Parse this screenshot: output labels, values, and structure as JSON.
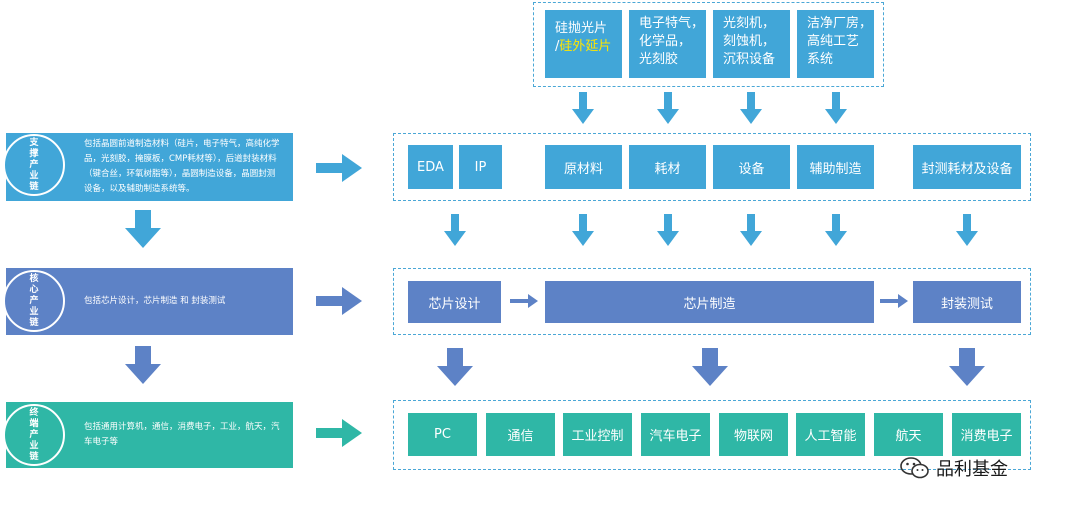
{
  "supply": {
    "circle_label": "支撑产业链",
    "description": "包括晶圆前道制造材料（硅片，电子特气，高纯化学品，光刻胶，掩膜板，CMP耗材等），后道封装材料（键合丝，环氧树脂等），晶圆制造设备，晶圆封测设备，以及辅助制造系统等。",
    "top_items": [
      {
        "line1": "硅抛光片",
        "line2_prefix": "/",
        "line2_highlight": "硅外延片"
      },
      {
        "text": "电子特气，\n化学品，\n光刻胶"
      },
      {
        "text": "光刻机，\n刻蚀机，\n沉积设备"
      },
      {
        "text": "洁净厂房，\n高纯工艺\n系统"
      }
    ],
    "row": [
      "EDA",
      "IP",
      "原材料",
      "耗材",
      "设备",
      "辅助制造",
      "封测耗材及设备"
    ]
  },
  "core": {
    "circle_label": "核心产业链",
    "description": "包括芯片设计，芯片制造 和 封装测试",
    "row": [
      "芯片设计",
      "芯片制造",
      "封装测试"
    ]
  },
  "terminal": {
    "circle_label": "终端产业链",
    "description": "包括通用计算机，通信，消费电子，工业，航天，汽车电子等",
    "row": [
      "PC",
      "通信",
      "工业控制",
      "汽车电子",
      "物联网",
      "人工智能",
      "航天",
      "消费电子"
    ]
  },
  "watermark": {
    "text": "品利基金",
    "icon": "wechat-icon"
  },
  "colors": {
    "light": "#41a6d8",
    "mid": "#5d82c6",
    "green": "#2fb7a6"
  }
}
